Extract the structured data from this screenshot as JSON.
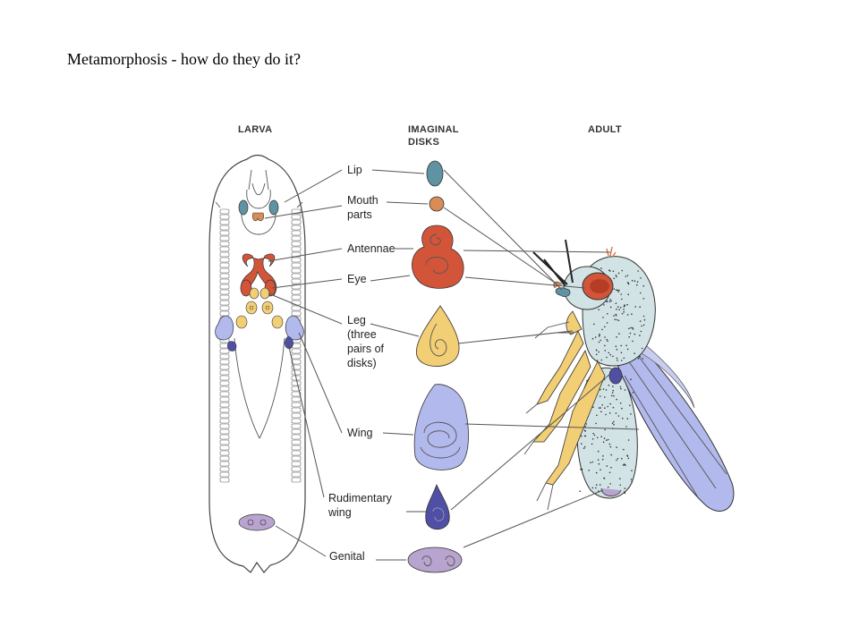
{
  "title": "Metamorphosis - how do they do it?",
  "columns": {
    "larva": "LARVA",
    "imaginal_disks_line1": "IMAGINAL",
    "imaginal_disks_line2": "DISKS",
    "adult": "ADULT"
  },
  "labels": {
    "lip": "Lip",
    "mouth_parts_line1": "Mouth",
    "mouth_parts_line2": "parts",
    "antennae": "Antennae",
    "eye": "Eye",
    "leg_line1": "Leg",
    "leg_line2": "(three",
    "leg_line3": "pairs of",
    "leg_line4": "disks)",
    "wing": "Wing",
    "rudimentary_wing_line1": "Rudimentary",
    "rudimentary_wing_line2": "wing",
    "genital": "Genital"
  },
  "colors": {
    "lip": "#5f93a3",
    "mouth_parts": "#d98c55",
    "antennae_eye": "#d2553a",
    "leg": "#f2ce75",
    "wing": "#b2b9ec",
    "rudimentary_wing": "#4f4fa6",
    "genital": "#b9a4d0",
    "body": "#d2e3e6"
  }
}
